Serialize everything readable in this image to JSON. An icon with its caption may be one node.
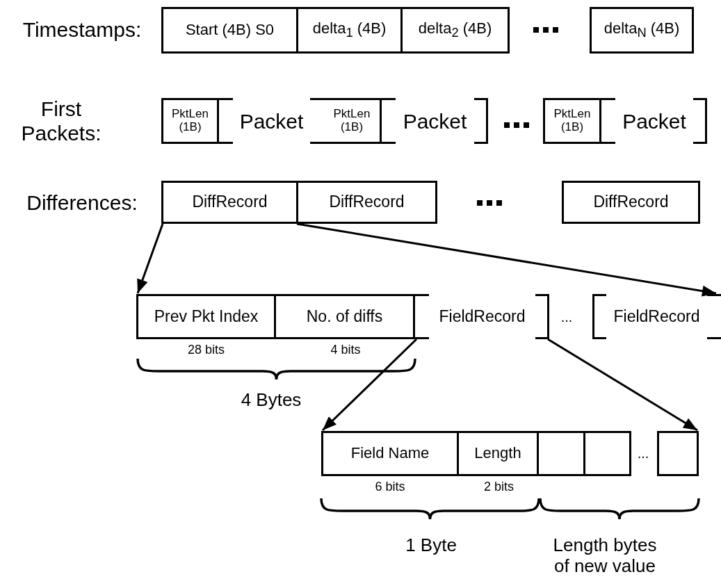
{
  "diagram": {
    "nodes": [
      {
        "text": [
          "Start (4B) S0"
        ]
      },
      {
        "text": [
          "delta$_{1}$ (4B)"
        ]
      },
      {
        "text": [
          "delta$_{2}$ (4B)"
        ]
      },
      {
        "text": [
          "delta$_{N}$ (4B)"
        ]
      },
      {
        "text": [
          "PktLen (1B)"
        ]
      },
      {
        "text": [
          "Packet"
        ]
      },
      {
        "text": [
          "PktLen (1B)"
        ]
      },
      {
        "text": [
          "Packet"
        ]
      },
      {
        "text": [
          "PktLen (1B)"
        ]
      },
      {
        "text": [
          "Packet"
        ]
      },
      {
        "text": [
          "DiffRecord"
        ]
      },
      {
        "text": [
          "DiffRecord"
        ]
      },
      {
        "text": [
          "DiffRecord"
        ]
      },
      {
        "text": [
          "Prev Pkt Index"
        ],
        "beside": [
          "28 bits"
        ]
      },
      {
        "text": [
          "No. of diffs"
        ],
        "beside": [
          "4 bits"
        ]
      },
      {
        "text": [
          "FieldRecord"
        ]
      },
      {
        "text": [
          "FieldRecord"
        ]
      },
      {
        "text": [
          "Field Name"
        ],
        "beside": [
          "6 bits"
        ]
      },
      {
        "text": [
          "Length"
        ],
        "beside": [
          "2 bits"
        ]
      },
      {
        "text": [],
        "shape": "box"
      },
      {
        "text": [],
        "shape": "box"
      },
      {
        "text": [],
        "shape": "box"
      }
    ],
    "edges": [
      {
        "from": 10,
        "to": 13,
        "arrow": "to"
      },
      {
        "from": 10,
        "to": 16,
        "arrow": "to"
      },
      {
        "from": 15,
        "to": 17,
        "arrow": "to"
      },
      {
        "from": 15,
        "to": 21,
        "arrow": "to"
      }
    ],
    "labels": [
      "Timestamps:",
      "First Packets:",
      "Differences:",
      "...",
      "4 Bytes",
      "...",
      "1 Byte",
      "Length bytes of new value"
    ]
  }
}
